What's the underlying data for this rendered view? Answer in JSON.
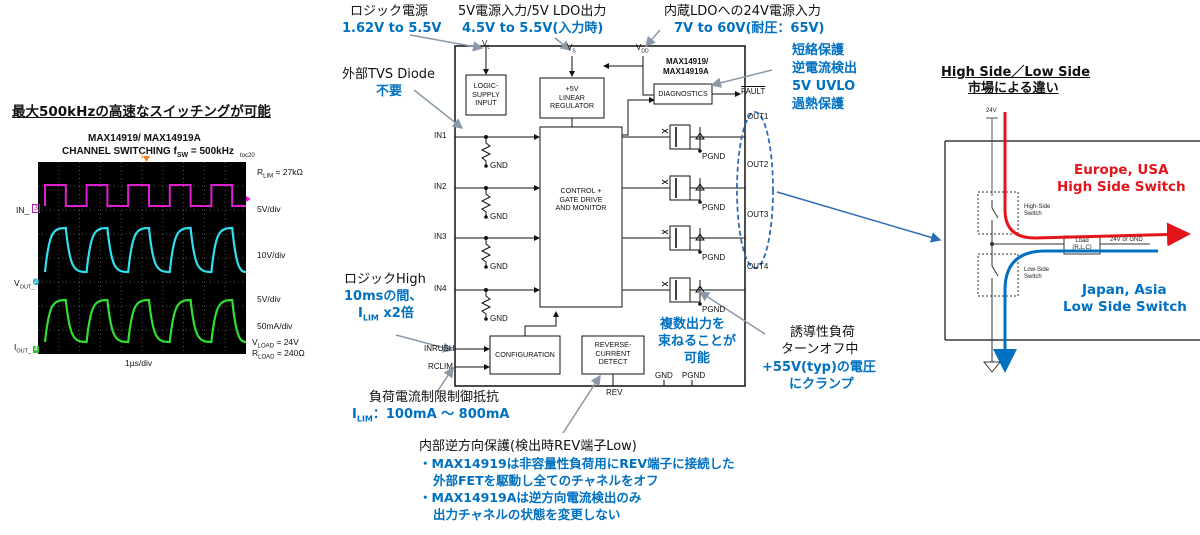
{
  "scope": {
    "heading": "最大500kHzの高速なスイッチングが可能",
    "title_line1": "MAX14919/ MAX14919A",
    "title_line2": "CHANNEL SWITCHING f",
    "title_sub": "SW",
    "title_tail": " = 500kHz",
    "toc": "toc20",
    "rlim": "R",
    "rlim_sub": "LIM",
    "rlim_val": " = 27kΩ",
    "div1": "5V/div",
    "div2": "10V/div",
    "div3": "5V/div",
    "div4": "50mA/div",
    "vload": "V",
    "vload_sub": "LOAD",
    "vload_val": " = 24V",
    "rload": "R",
    "rload_sub": "LOAD",
    "rload_val": " = 240Ω",
    "in_label": "IN_",
    "vout_label": "V",
    "vout_sub": "OUT_",
    "iout_label": "I",
    "iout_sub": "OUT_",
    "ch1": "1",
    "ch2": "2",
    "ch3": "3",
    "ch4": "4",
    "time": "1µs/div",
    "trace_colors": {
      "in": "#e020d0",
      "vout": "#30e0f0",
      "iout": "#30e030"
    }
  },
  "callouts": {
    "logic_power": "ロジック電源",
    "logic_power_val": "1.62V to 5.5V",
    "supply_in": "5V電源入力/5V LDO出力",
    "supply_in_val": "4.5V to 5.5V(入力時)",
    "ldo_in": "内蔵LDOへの24V電源入力",
    "ldo_in_val": "7V to 60V(耐圧：65V)",
    "tvs": "外部TVS Diode",
    "tvs_val": "不要",
    "protect1": "短絡保護",
    "protect2": "逆電流検出",
    "protect3": "5V UVLO",
    "protect4": "過熱保護",
    "logic_high": "ロジックHigh",
    "logic_high_v1": "10msの間、",
    "logic_high_v2a": "I",
    "logic_high_v2sub": "LIM",
    "logic_high_v2b": " x2倍",
    "bundle1": "複数出力を",
    "bundle2": "束ねることが",
    "bundle3": "可能",
    "inductive1": "誘導性負荷",
    "inductive2": "ターンオフ中",
    "inductive3": "+55V(typ)の電圧",
    "inductive4": "にクランプ",
    "rlim_title": "負荷電流制限制御抵抗",
    "rlim_val_a": "I",
    "rlim_val_sub": "LIM",
    "rlim_val_b": "：100mA ～ 800mA",
    "rev_title": "内部逆方向保護(検出時REV端子Low)",
    "rev_l1": "・MAX14919は非容量性負荷用にREV端子に接続した",
    "rev_l2": "外部FETを駆動し全てのチャネルをオフ",
    "rev_l3": "・MAX14919Aは逆方向電流検出のみ",
    "rev_l4": "出力チャネルの状態を変更しない"
  },
  "block": {
    "part1": "MAX14919/",
    "part2": "MAX14919A",
    "vl": "V",
    "vl_sub": "L",
    "vs": "V",
    "vs_sub": "S",
    "vdd": "V",
    "vdd_sub": "DD",
    "logic_supply": [
      "LOGIC-",
      "SUPPLY",
      "INPUT"
    ],
    "linear_reg": [
      "+5V",
      "LINEAR",
      "REGULATOR"
    ],
    "diagnostics": "DIAGNOSTICS",
    "fault": "FAULT",
    "control": [
      "CONTROL +",
      "GATE DRIVE",
      "AND MONITOR"
    ],
    "configuration": "CONFIGURATION",
    "reverse": [
      "REVERSE-",
      "CURRENT",
      "DETECT"
    ],
    "inputs": [
      "IN1",
      "IN2",
      "IN3",
      "IN4"
    ],
    "outputs": [
      "OUT1",
      "OUT2",
      "OUT3",
      "OUT4"
    ],
    "gnd": "GND",
    "pgnd": "PGND",
    "inrush": "INRUSH",
    "rclim": "RCLIM",
    "gnd_pin": "GND",
    "pgnd_pin": "PGND",
    "rev": "REV"
  },
  "hsls": {
    "title1": "High Side／Low Side",
    "title2": "市場による違い",
    "v24": "24V",
    "hs_switch": [
      "High-Side",
      "Switch"
    ],
    "ls_switch": [
      "Low-Side",
      "Switch"
    ],
    "load": [
      "Load",
      "(R,L,C)"
    ],
    "out": "24V or GND",
    "eu1": "Europe, USA",
    "eu2": "High Side Switch",
    "jp1": "Japan, Asia",
    "jp2": "Low Side Switch",
    "colors": {
      "high": "#e3141b",
      "low": "#0070c0"
    }
  }
}
